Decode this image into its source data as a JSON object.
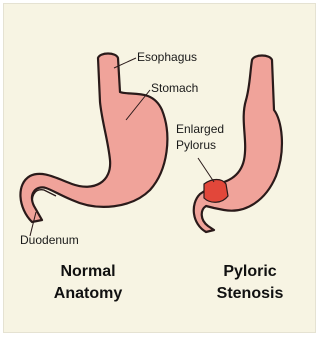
{
  "diagram": {
    "left": {
      "labels": {
        "esophagus": "Esophagus",
        "stomach": "Stomach",
        "duodenum": "Duodenum"
      },
      "caption_line1": "Normal",
      "caption_line2": "Anatomy"
    },
    "right": {
      "labels": {
        "enlarged_pylorus_line1": "Enlarged",
        "enlarged_pylorus_line2": "Pylorus"
      },
      "caption_line1": "Pyloric",
      "caption_line2": "Stenosis"
    },
    "colors": {
      "background": "#f7f4e3",
      "stomach_fill": "#f0a39a",
      "outline": "#2a1a1a",
      "pylorus_thickening": "#e2473a"
    }
  }
}
